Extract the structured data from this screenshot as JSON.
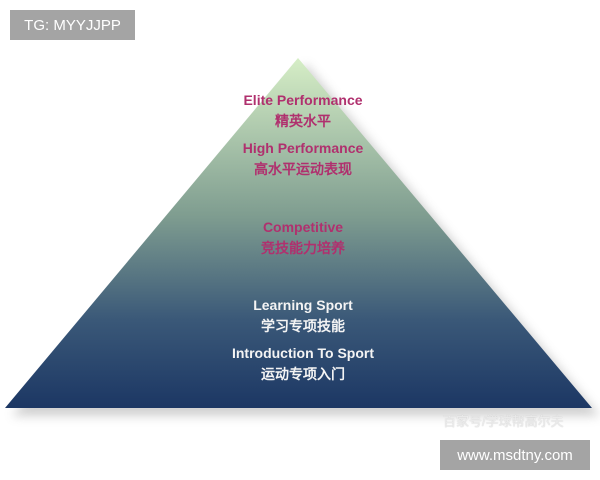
{
  "watermark_top": "TG: MYYJJPP",
  "watermark_bottom": "www.msdtny.com",
  "source_credit": "百家号/学球帮高尔夫",
  "colors": {
    "top": "#d6eec6",
    "middle": "#7f9d90",
    "bottom": "#1c3764",
    "label_pink": "#b0306e",
    "label_white": "#f4f4f4"
  },
  "levels": [
    {
      "en": "Elite Performance",
      "zh": "精英水平"
    },
    {
      "en": "High Performance",
      "zh": "高水平运动表现"
    },
    {
      "en": "Competitive",
      "zh": "竞技能力培养"
    },
    {
      "en": "Learning Sport",
      "zh": "学习专项技能"
    },
    {
      "en": "Introduction To Sport",
      "zh": "运动专项入门"
    }
  ]
}
